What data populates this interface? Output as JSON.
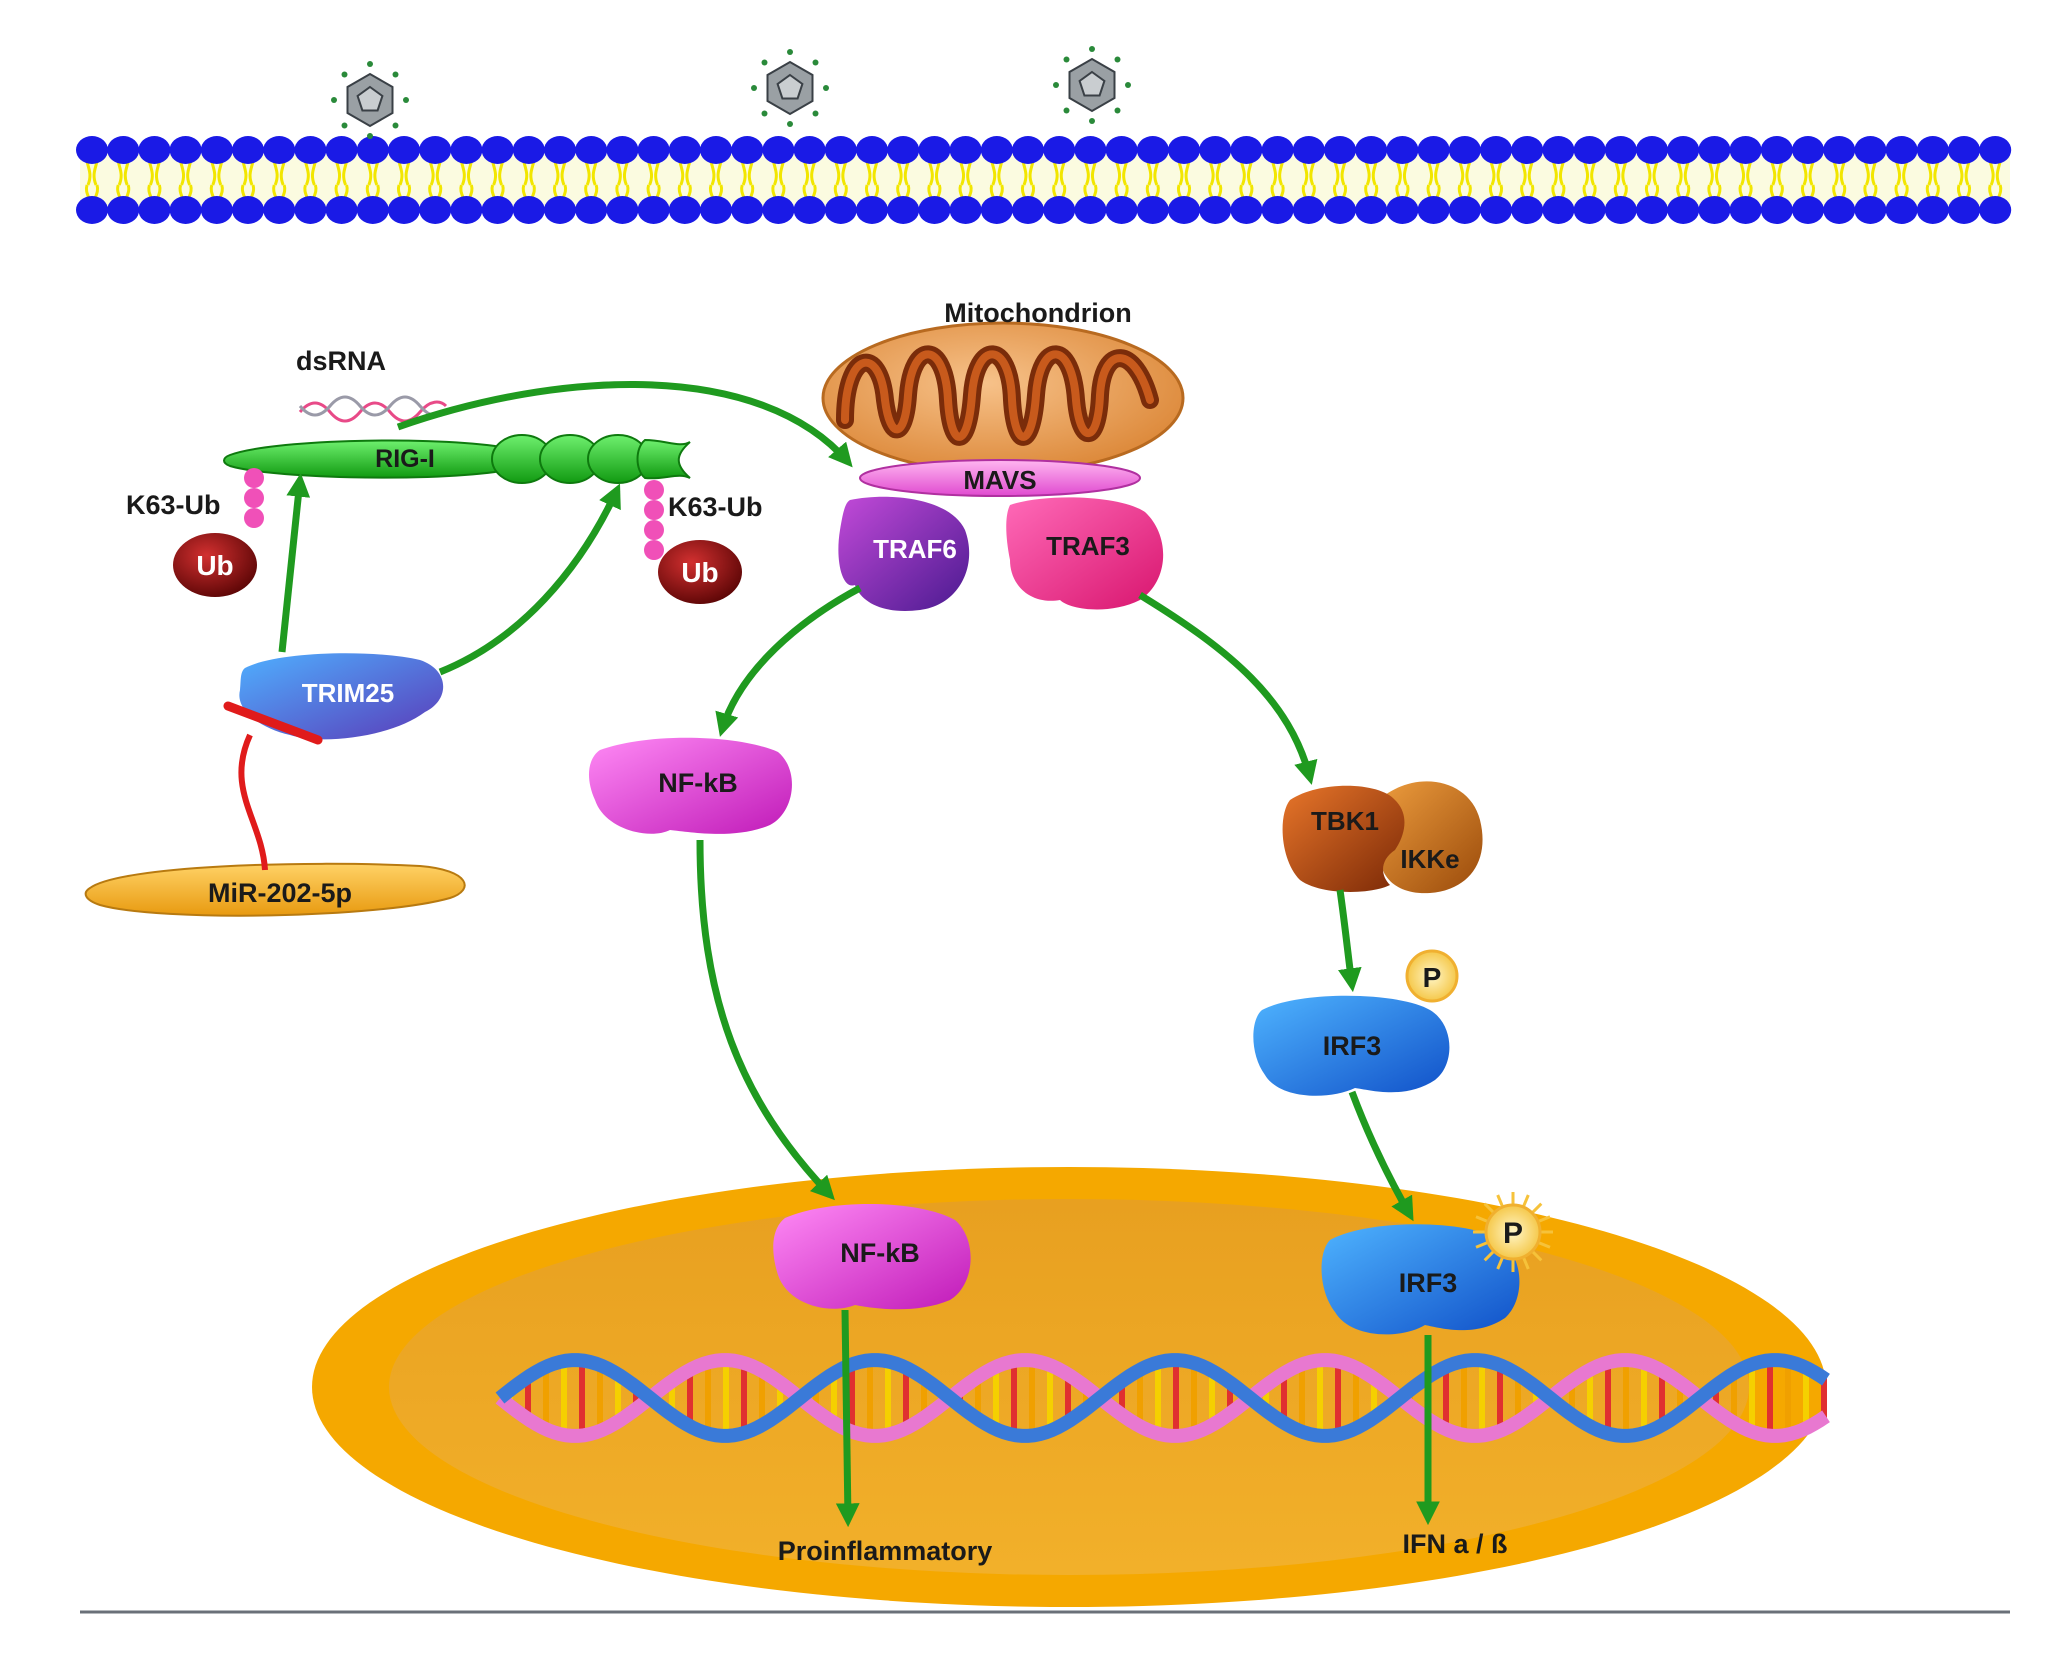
{
  "labels": {
    "mitochondrion": "Mitochondrion",
    "dsrna": "dsRNA",
    "rigi": "RIG-I",
    "k63_left": "K63-Ub",
    "k63_right": "K63-Ub",
    "ub_left": "Ub",
    "ub_right": "Ub",
    "mavs": "MAVS",
    "traf6": "TRAF6",
    "traf3": "TRAF3",
    "trim25": "TRIM25",
    "mir": "MiR-202-5p",
    "nfkb_cyto": "NF-kB",
    "tbk1": "TBK1",
    "ikke": "IKKe",
    "p_cyto": "P",
    "irf3_cyto": "IRF3",
    "nfkb_nuc": "NF-kB",
    "p_nuc": "P",
    "irf3_nuc": "IRF3",
    "proinflammatory": "Proinflammatory",
    "ifn": "IFN a / ß"
  },
  "colors": {
    "membrane_head": "#1a1ae6",
    "membrane_tail": "#f2e600",
    "arrow": "#1f9a1f",
    "inhibit": "#e01b1b",
    "rigi": "#22c022",
    "nucleus_outer": "#f5a300",
    "nucleus_inner": "#e59a10",
    "traf6": "#7a2bb0",
    "traf3": "#ee2a8a",
    "nfkb": "#e030d8",
    "irf3": "#1f7fe6",
    "trim25": "#2a6fd8",
    "tbk1": "#b64a12",
    "ikke": "#c56a16",
    "mitochondrion": "#e99a4a",
    "ub": "#8a0f0f",
    "mir": "#f2b020"
  }
}
